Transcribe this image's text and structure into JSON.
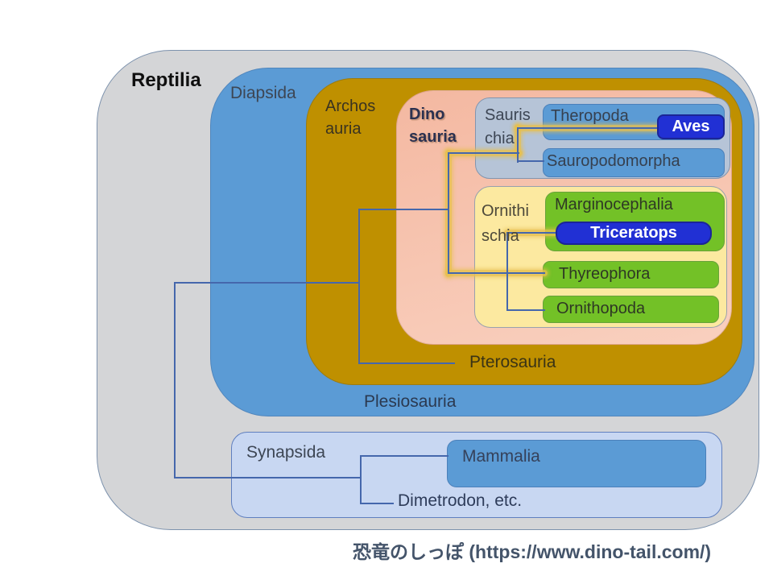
{
  "diagram": {
    "labels": {
      "reptilia": "Reptilia",
      "diapsida": "Diapsida",
      "archosauria": "Archos\nauria",
      "dinosauria": "Dino\nsauria",
      "saurischia": "Sauris\nchia",
      "theropoda": "Theropoda",
      "aves": "Aves",
      "sauropodomorpha": "Sauropodomorpha",
      "ornithischia": "Ornithi\nschia",
      "marginocephalia": "Marginocephalia",
      "triceratops": "Triceratops",
      "thyreophora": "Thyreophora",
      "ornithopoda": "Ornithopoda",
      "pterosauria": "Pterosauria",
      "plesiosauria": "Plesiosauria",
      "synapsida": "Synapsida",
      "mammalia": "Mammalia",
      "dimetrodon": "Dimetrodon, etc.",
      "credit": "恐竜のしっぽ (https://www.dino-tail.com/)"
    },
    "colors": {
      "reptilia_fill": "#d4d5d7",
      "diapsida_fill": "#5b9bd5",
      "archosauria_fill": "#bf9000",
      "dinosauria_fill": "#f4b8a1",
      "saurischia_fill": "#b6c4d7",
      "ornithischia_fill": "#fce9a0",
      "synapsida_fill": "#c8d7f2",
      "leaf_blue_fill": "#5b9bd5",
      "clade_green_fill": "#73c127",
      "badge_blue_fill": "#2130d4",
      "tree_line": "#4567ac",
      "highlight_glow": "#e7c04e"
    }
  }
}
